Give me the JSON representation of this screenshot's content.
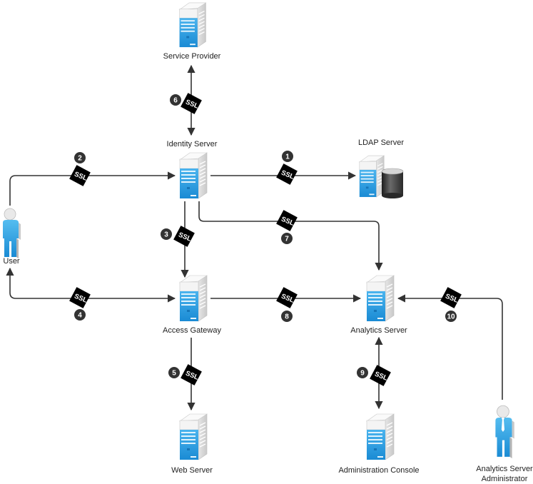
{
  "diagram": {
    "type": "network-architecture",
    "protocol_label": "SSL",
    "colors": {
      "server_blue": "#2a9ee0",
      "server_body": "#f2f2f2",
      "line": "#333333",
      "badge": "#000000",
      "step_circle": "#333333"
    },
    "nodes": [
      {
        "id": "service-provider",
        "label": "Service Provider",
        "icon": "server-icon"
      },
      {
        "id": "identity-server",
        "label": "Identity Server",
        "icon": "server-icon"
      },
      {
        "id": "ldap-server",
        "label": "LDAP Server",
        "icon": "ldap-server-icon"
      },
      {
        "id": "user",
        "label": "User",
        "icon": "user-icon"
      },
      {
        "id": "access-gateway",
        "label": "Access Gateway",
        "icon": "server-icon"
      },
      {
        "id": "analytics-server",
        "label": "Analytics Server",
        "icon": "server-icon"
      },
      {
        "id": "web-server",
        "label": "Web Server",
        "icon": "server-icon"
      },
      {
        "id": "administration-console",
        "label": "Administration Console",
        "icon": "server-icon"
      },
      {
        "id": "analytics-server-administrator",
        "label": "Analytics Server",
        "label2": "Administrator",
        "icon": "admin-user-icon"
      }
    ],
    "connections": [
      {
        "step": "1",
        "from": "identity-server",
        "to": "ldap-server",
        "secured": "SSL"
      },
      {
        "step": "2",
        "from": "user",
        "to": "identity-server",
        "secured": "SSL"
      },
      {
        "step": "3",
        "from": "identity-server",
        "to": "access-gateway",
        "secured": "SSL"
      },
      {
        "step": "4",
        "from": "user",
        "to": "access-gateway",
        "secured": "SSL",
        "bidirectional": true
      },
      {
        "step": "5",
        "from": "access-gateway",
        "to": "web-server",
        "secured": "SSL"
      },
      {
        "step": "6",
        "from": "identity-server",
        "to": "service-provider",
        "secured": "SSL",
        "bidirectional": true
      },
      {
        "step": "7",
        "from": "identity-server",
        "to": "analytics-server",
        "secured": "SSL"
      },
      {
        "step": "8",
        "from": "access-gateway",
        "to": "analytics-server",
        "secured": "SSL"
      },
      {
        "step": "9",
        "from": "analytics-server",
        "to": "administration-console",
        "secured": "SSL",
        "bidirectional": true
      },
      {
        "step": "10",
        "from": "analytics-server-administrator",
        "to": "analytics-server",
        "secured": "SSL"
      }
    ]
  }
}
